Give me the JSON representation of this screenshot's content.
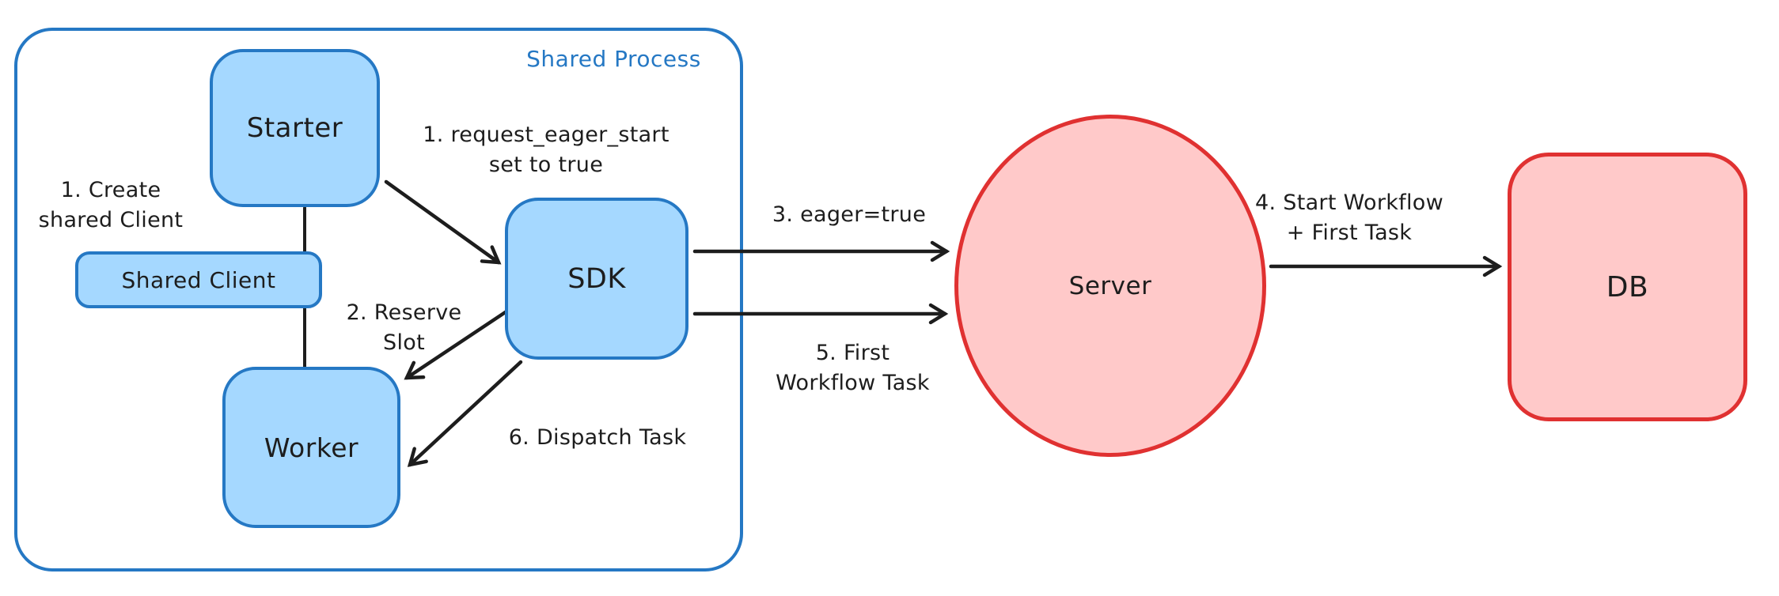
{
  "colors": {
    "blue_stroke": "#2578c4",
    "blue_fill": "#a5d8ff",
    "red_stroke": "#e03131",
    "red_fill": "#ffc9c9",
    "ink": "#1d1d1d",
    "background": "#ffffff"
  },
  "shared_process": {
    "title": "Shared Process"
  },
  "nodes": {
    "starter": {
      "label": "Starter"
    },
    "shared_client": {
      "label": "Shared Client"
    },
    "worker": {
      "label": "Worker"
    },
    "sdk": {
      "label": "SDK"
    },
    "server": {
      "label": "Server"
    },
    "db": {
      "label": "DB"
    }
  },
  "annotations": {
    "step1_create": "1. Create\nshared Client",
    "step1_eager": "1. request_eager_start\nset to true",
    "step2_reserve": "2. Reserve\nSlot",
    "step3_eager": "3. eager=true",
    "step4_start": "4. Start Workflow\n+ First Task",
    "step5_first": "5. First\nWorkflow Task",
    "step6_dispatch": "6. Dispatch Task"
  }
}
